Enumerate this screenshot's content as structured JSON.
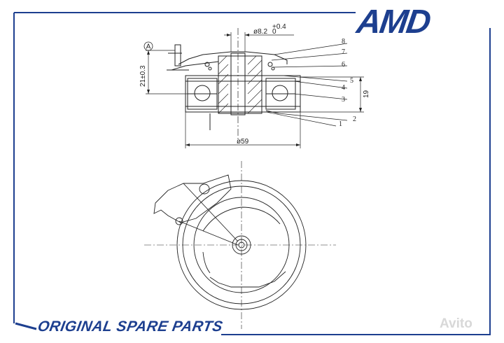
{
  "brand": {
    "logo_text": "AMD",
    "color": "#1d3f8f"
  },
  "footer": {
    "label": "ORIGINAL SPARE PARTS"
  },
  "watermark": {
    "text": "Avito"
  },
  "diagram": {
    "datum_label": "A",
    "dimensions": {
      "bore": "ø8.2",
      "bore_tol_upper": "+0.4",
      "bore_tol_lower": "0",
      "height": "21±0.3",
      "width": "19",
      "diameter": "ø59"
    },
    "callouts": [
      "1",
      "2",
      "3",
      "4",
      "5",
      "6",
      "7",
      "8"
    ]
  },
  "colors": {
    "line": "#222222",
    "frame": "#1d3f8f",
    "accent": "#1d3f8f"
  }
}
